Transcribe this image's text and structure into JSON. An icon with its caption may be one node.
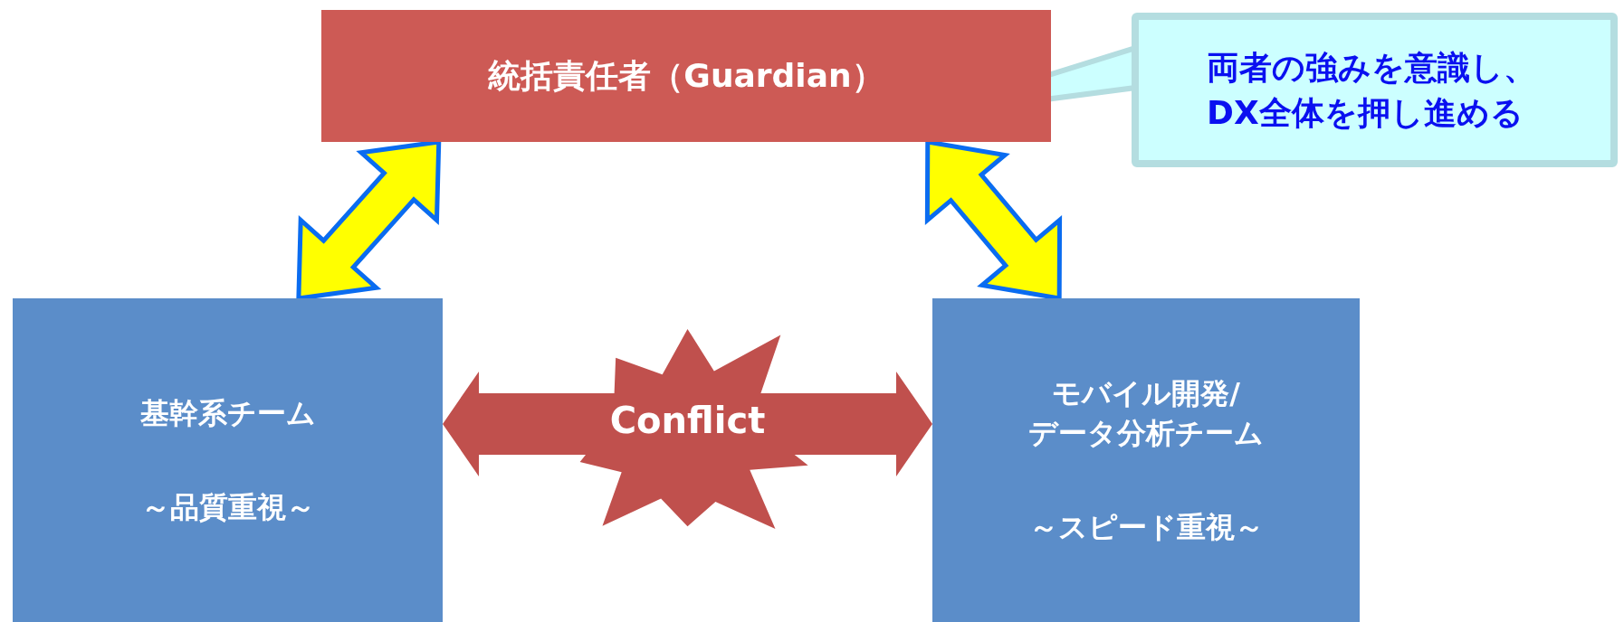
{
  "diagram": {
    "nodes": [
      {
        "text": [
          "統括責任者（Guardian）"
        ]
      },
      {
        "text": [
          "両者の強みを意識し、DX全体を押し進める"
        ]
      },
      {
        "text": [
          "基幹系チーム",
          "～品質重視～"
        ]
      },
      {
        "text": [
          "モバイル開発/データ分析チーム",
          "～スピード重視～"
        ]
      }
    ],
    "edges": [
      {
        "from": 2,
        "to": 0,
        "arrow": "both",
        "style": "thick",
        "color": "#ffff00"
      },
      {
        "from": 0,
        "to": 3,
        "arrow": "both",
        "style": "thick",
        "color": "#ffff00"
      },
      {
        "from": 2,
        "to": 3,
        "arrow": "both",
        "style": "thick",
        "color": "#c0504d",
        "label": "Conflict"
      },
      {
        "from": 1,
        "to": 0,
        "arrow": "none"
      }
    ]
  }
}
